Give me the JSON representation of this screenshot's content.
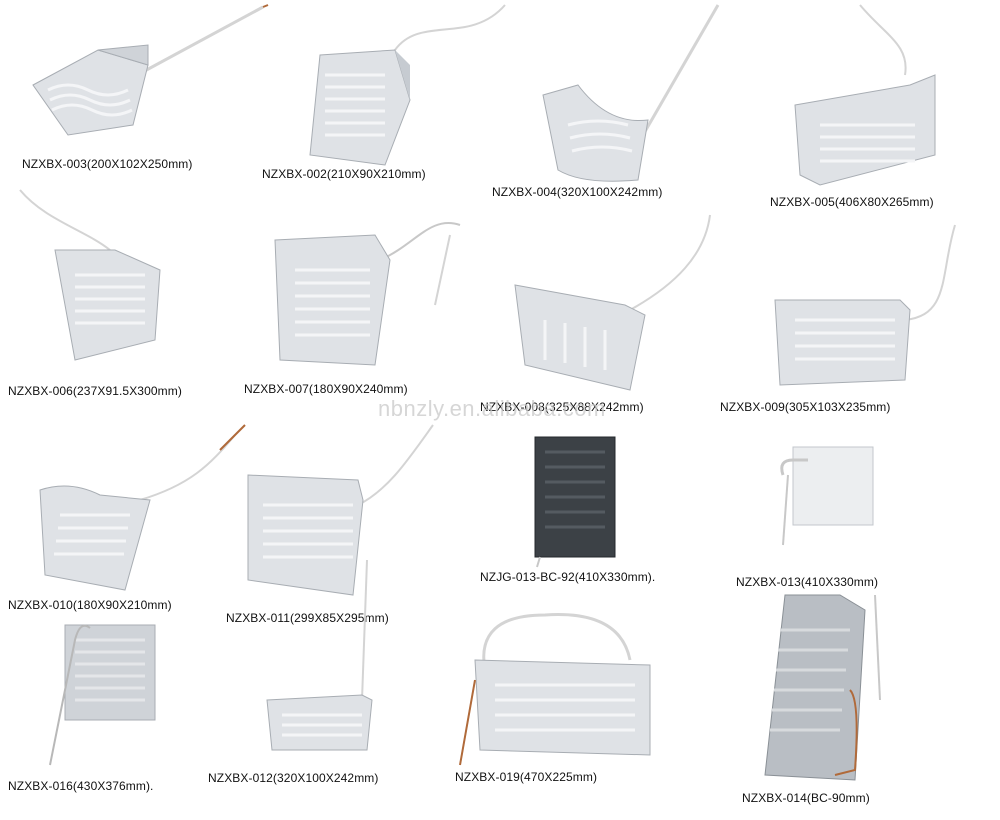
{
  "products": [
    {
      "label": "NZXBX-003(200X102X250mm)"
    },
    {
      "label": "NZXBX-002(210X90X210mm)"
    },
    {
      "label": "NZXBX-004(320X100X242mm)"
    },
    {
      "label": "NZXBX-005(406X80X265mm)"
    },
    {
      "label": "NZXBX-006(237X91.5X300mm)"
    },
    {
      "label": "NZXBX-007(180X90X240mm)"
    },
    {
      "label": "NZXBX-008(325X88X242mm)"
    },
    {
      "label": "NZXBX-009(305X103X235mm)"
    },
    {
      "label": "NZXBX-010(180X90X210mm)"
    },
    {
      "label": "NZXBX-011(299X85X295mm)"
    },
    {
      "label": "NZJG-013-BC-92(410X330mm)."
    },
    {
      "label": "NZXBX-013(410X330mm)"
    },
    {
      "label": "NZXBX-016(430X376mm)."
    },
    {
      "label": "NZXBX-012(320X100X242mm)"
    },
    {
      "label": "NZXBX-019(470X225mm)"
    },
    {
      "label": "NZXBX-014(BC-90mm)"
    }
  ],
  "watermark": "nbnzly.en.alibaba.com",
  "colors": {
    "plate": "#dfe2e6",
    "plate_edge": "#a8adb3",
    "channel": "#f4f5f7",
    "dark_plate": "#3c4146",
    "wire": "#c8c8c8",
    "copper": "#b06a3a"
  }
}
